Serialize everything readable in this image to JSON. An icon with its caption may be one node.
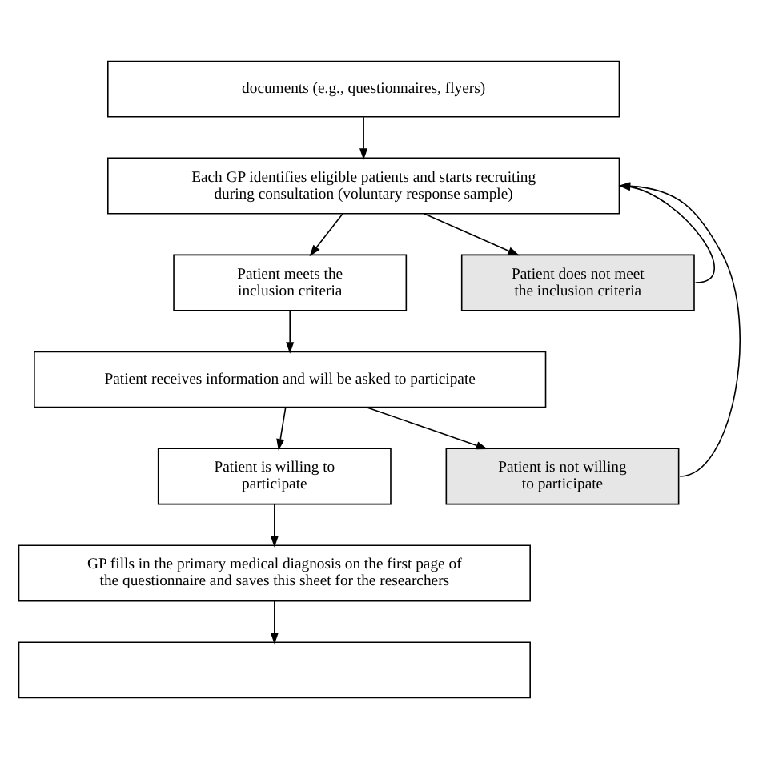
{
  "diagram": {
    "nodes": [
      {
        "text": [
          "documents (e.g., questionnaires, flyers)"
        ]
      },
      {
        "text": [
          "Each GP identifies eligible patients and starts recruiting during consultation (voluntary response sample)"
        ]
      },
      {
        "text": [
          "Patient meets the inclusion criteria"
        ]
      },
      {
        "text": [
          "Patient does not meet the inclusion criteria"
        ]
      },
      {
        "text": [
          "Patient receives information and will be asked to participate"
        ]
      },
      {
        "text": [
          "Patient is willing to participate"
        ]
      },
      {
        "text": [
          "Patient is not willing to participate"
        ]
      },
      {
        "text": [
          "GP fills in the primary medical diagnosis on the first page of the questionnaire and saves this sheet for the researchers"
        ]
      },
      {
        "text": [],
        "shape": "box"
      }
    ],
    "edges": [
      {
        "from": 0,
        "to": 1,
        "arrow": "to"
      },
      {
        "from": 1,
        "to": 2,
        "arrow": "to"
      },
      {
        "from": 1,
        "to": 3,
        "arrow": "to"
      },
      {
        "from": 3,
        "to": 1,
        "arrow": "to"
      },
      {
        "from": 2,
        "to": 4,
        "arrow": "to"
      },
      {
        "from": 4,
        "to": 5,
        "arrow": "to"
      },
      {
        "from": 4,
        "to": 6,
        "arrow": "to"
      },
      {
        "from": 6,
        "to": 1,
        "arrow": "to"
      },
      {
        "from": 5,
        "to": 7,
        "arrow": "to"
      },
      {
        "from": 7,
        "to": 8,
        "arrow": "to"
      }
    ]
  }
}
